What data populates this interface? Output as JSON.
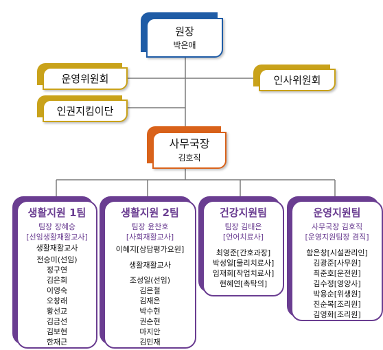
{
  "director": {
    "title": "원장",
    "name": "박은애"
  },
  "committees": {
    "operation": "운영위원회",
    "personnel": "인사위원회",
    "rights": "인권지킴이단"
  },
  "secretary": {
    "title": "사무국장",
    "name": "김호직"
  },
  "teams": [
    {
      "title": "생활지원 1팀",
      "lead": "팀장 장혜승",
      "lead_role": "[선임생활재활교사]",
      "group1_label": "생활재활교사",
      "members": [
        "전승미(선임)",
        "정구연",
        "김은희",
        "이영숙",
        "오창래",
        "황선교",
        "김금선",
        "김보현",
        "한재근"
      ]
    },
    {
      "title": "생활지원 2팀",
      "lead": "팀장 윤찬호",
      "lead_role": "[사회재활교사]",
      "special": "이혜지[상담평가요원]",
      "group1_label": "생활재활교사",
      "members": [
        "조성일(선임)",
        "김은철",
        "김재은",
        "박수현",
        "권순현",
        "마지안",
        "김민재"
      ]
    },
    {
      "title": "건강지원팀",
      "lead": "팀장 김태은",
      "lead_role": "[언어치료사]",
      "members": [
        "최영준[간호과장]",
        "박성일[물리치료사]",
        "임재희[작업치료사]",
        "현혜연[촉탁의]"
      ]
    },
    {
      "title": "운영지원팀",
      "lead": "사무국장 김호직",
      "lead_role": "[운영지원팀장 겸직]",
      "members": [
        "함은창[시설관리인]",
        "김광준[사무원]",
        "최준호[운전원]",
        "김수정[영양사]",
        "박용순[위생원]",
        "진순복[조리원]",
        "김영화[조리원]"
      ]
    }
  ]
}
